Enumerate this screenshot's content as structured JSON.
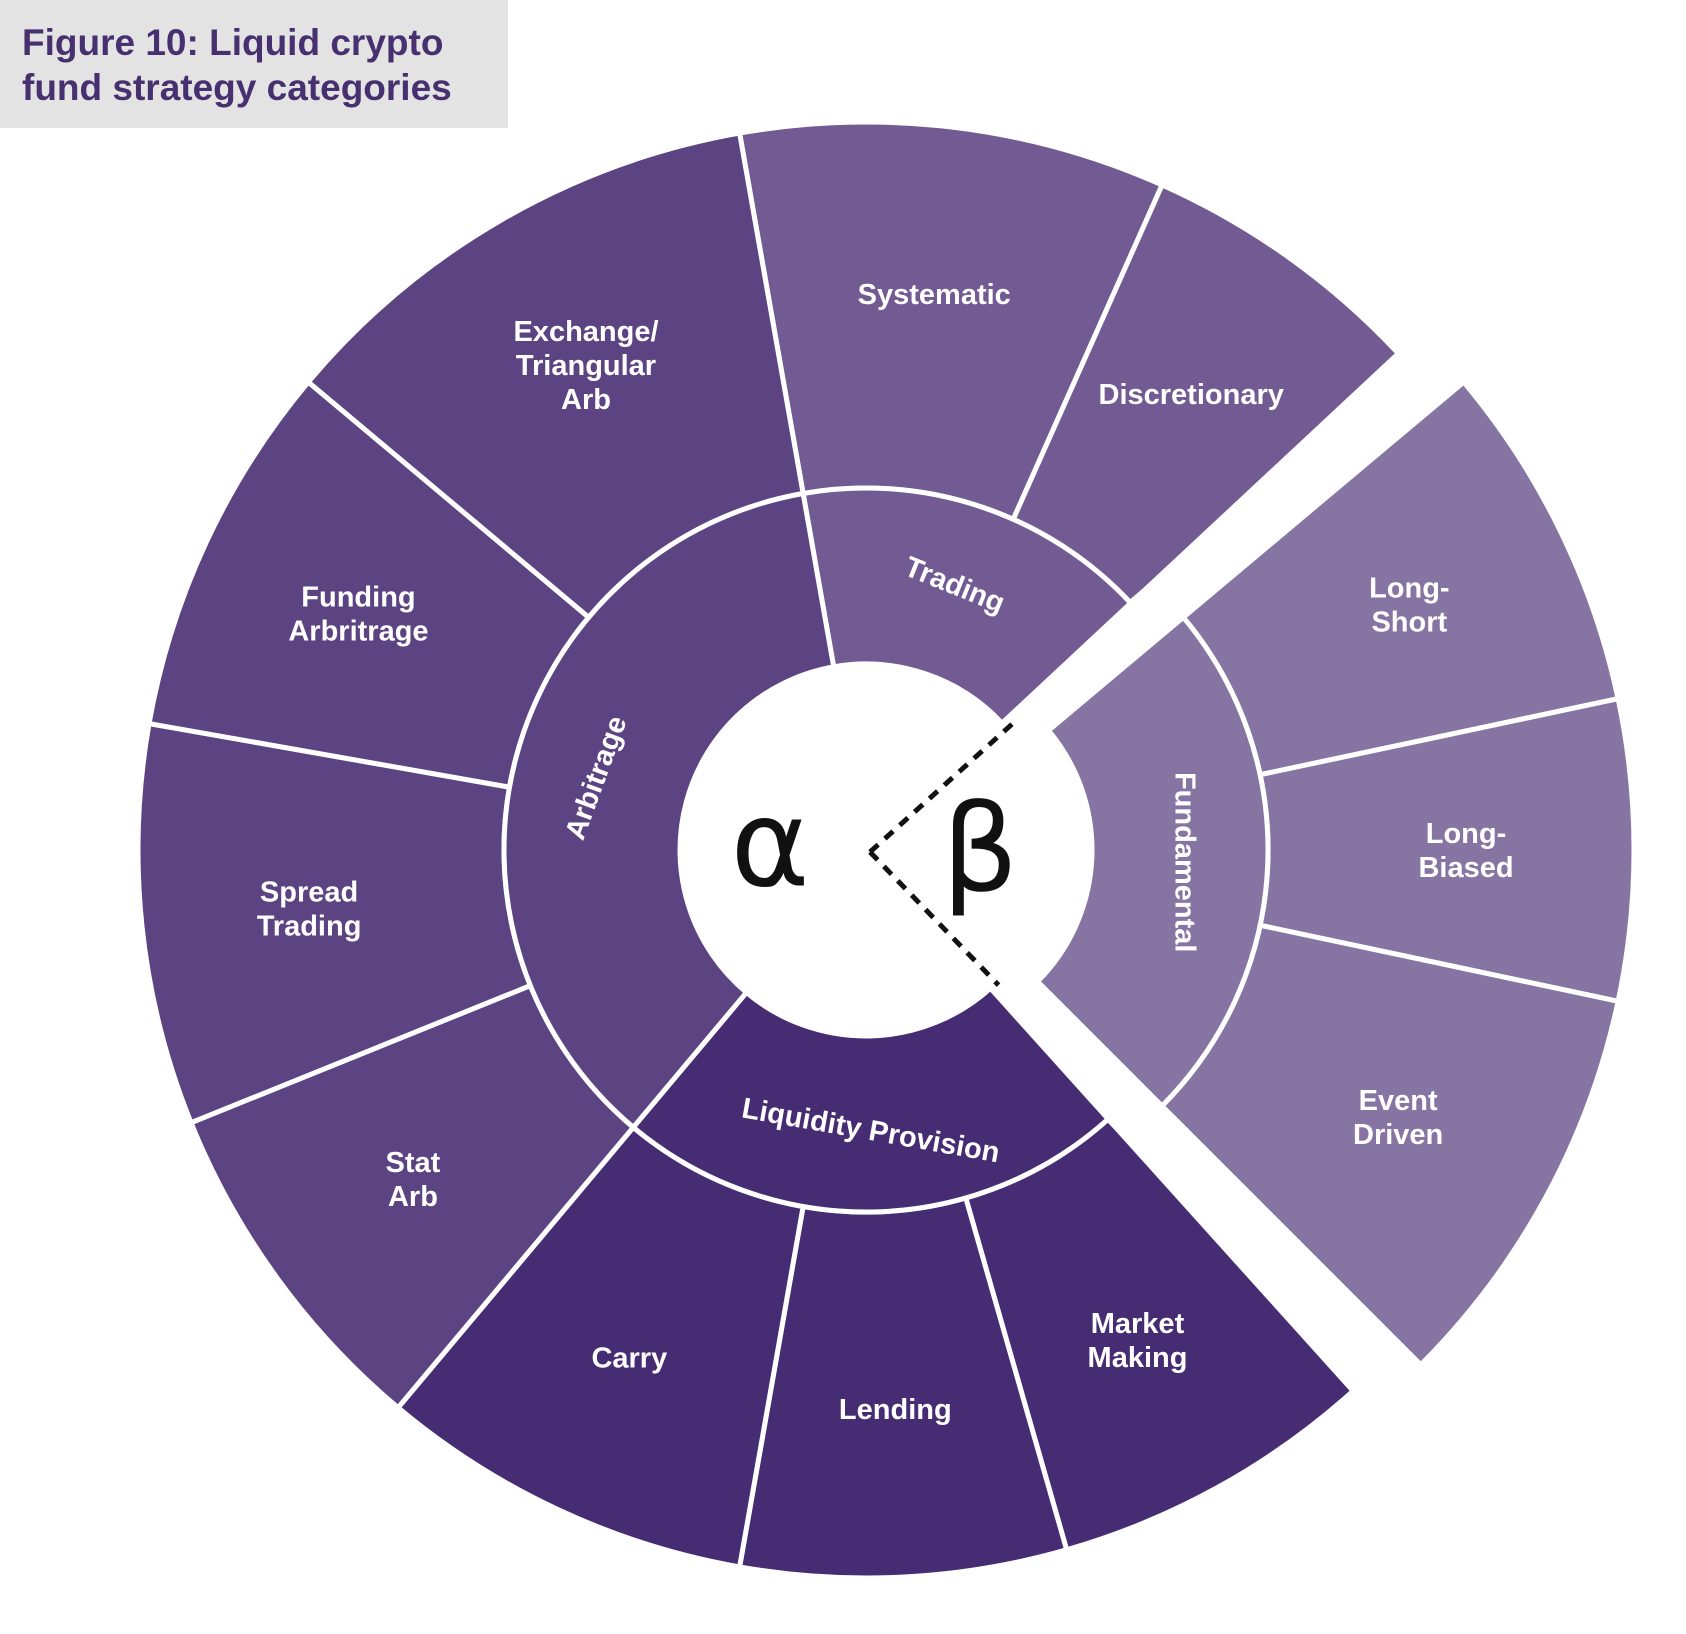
{
  "title": "Figure 10: Liquid crypto fund strategy categories",
  "center": {
    "alpha": "α",
    "beta": "β"
  },
  "categories": [
    {
      "name": "Trading",
      "group": "alpha",
      "color": "#725a92",
      "strategies": [
        "Systematic",
        "Discretionary"
      ]
    },
    {
      "name": "Fundamental",
      "group": "beta",
      "color": "#8674a2",
      "strategies": [
        "Long-Short",
        "Long-Biased",
        "Event Driven"
      ]
    },
    {
      "name": "Liquidity Provision",
      "group": "alpha",
      "color": "#462c73",
      "strategies": [
        "Market Making",
        "Lending",
        "Carry"
      ]
    },
    {
      "name": "Arbitrage",
      "group": "alpha",
      "color": "#5c4382",
      "strategies": [
        "Stat Arb",
        "Spread Trading",
        "Funding Arbritrage",
        "Exchange/ Triangular Arb"
      ]
    }
  ]
}
